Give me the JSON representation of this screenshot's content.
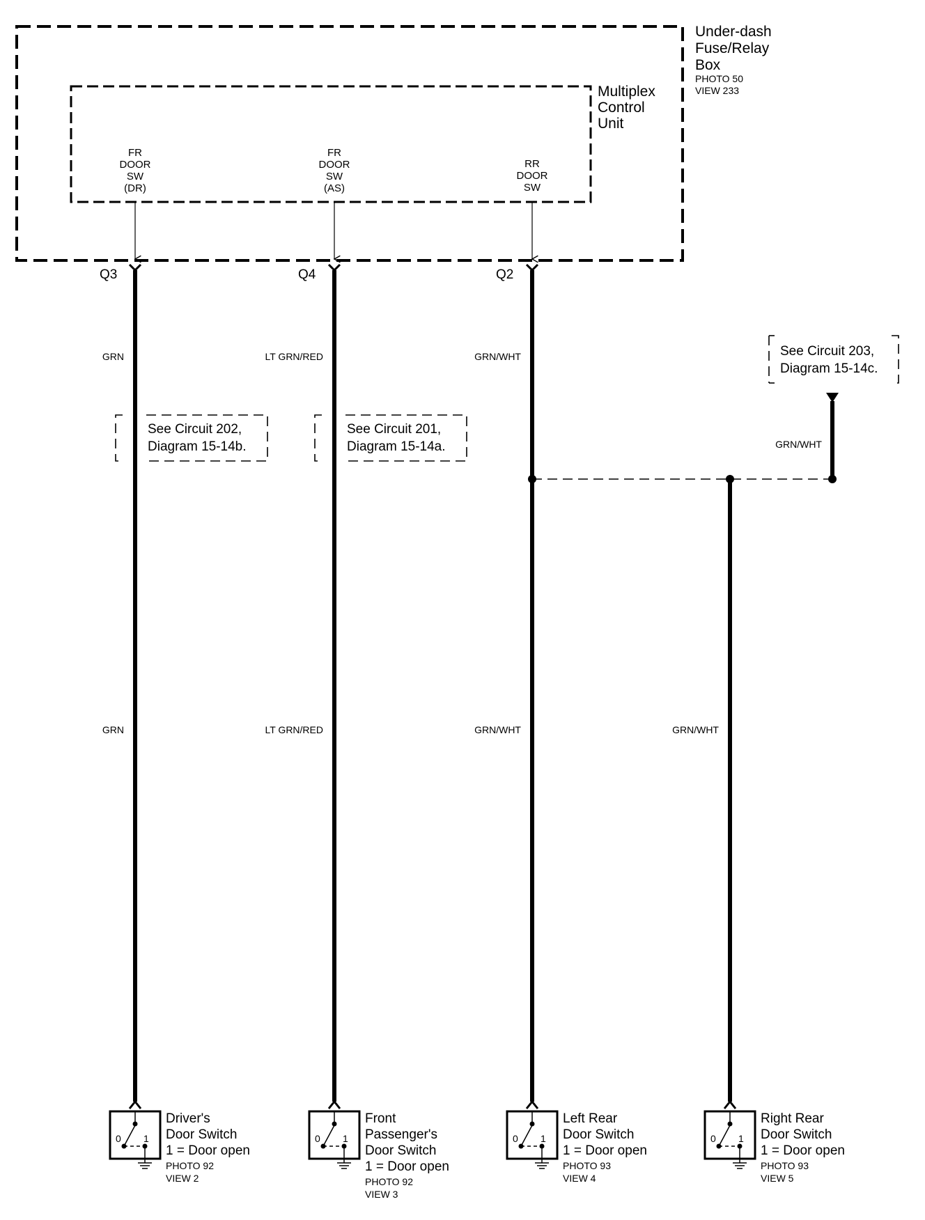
{
  "fuse_box": {
    "title_line1": "Under-dash",
    "title_line2": "Fuse/Relay",
    "title_line3": "Box",
    "photo": "PHOTO 50",
    "view": "VIEW 233"
  },
  "mcu": {
    "title_line1": "Multiplex",
    "title_line2": "Control",
    "title_line3": "Unit"
  },
  "pins": [
    {
      "l1": "FR",
      "l2": "DOOR",
      "l3": "SW",
      "l4": "(DR)",
      "connector": "Q3"
    },
    {
      "l1": "FR",
      "l2": "DOOR",
      "l3": "SW",
      "l4": "(AS)",
      "connector": "Q4"
    },
    {
      "l1": "RR",
      "l2": "DOOR",
      "l3": "SW",
      "l4": "",
      "connector": "Q2"
    }
  ],
  "wires": {
    "w1_top": "GRN",
    "w1_bottom": "GRN",
    "w2_top": "LT GRN/RED",
    "w2_bottom": "LT GRN/RED",
    "w3_top": "GRN/WHT",
    "w3_bottom": "GRN/WHT",
    "w4_bottom": "GRN/WHT",
    "w5": "GRN/WHT"
  },
  "refs": {
    "c202_l1": "See Circuit 202,",
    "c202_l2": "Diagram 15-14b.",
    "c201_l1": "See Circuit 201,",
    "c201_l2": "Diagram 15-14a.",
    "c203_l1": "See Circuit 203,",
    "c203_l2": "Diagram 15-14c."
  },
  "switches": [
    {
      "l1": "Driver's",
      "l2": "Door Switch",
      "l3": "1 =  Door open",
      "l4": "",
      "photo": "PHOTO 92",
      "view": "VIEW 2"
    },
    {
      "l1": "Front",
      "l2": "Passenger's",
      "l3": "Door Switch",
      "l4": "1 =  Door open",
      "photo": "PHOTO 92",
      "view": "VIEW 3"
    },
    {
      "l1": "Left Rear",
      "l2": "Door Switch",
      "l3": "1 =  Door open",
      "l4": "",
      "photo": "PHOTO 93",
      "view": "VIEW 4"
    },
    {
      "l1": "Right Rear",
      "l2": "Door Switch",
      "l3": "1 =  Door open",
      "l4": "",
      "photo": "PHOTO 93",
      "view": "VIEW 5"
    }
  ],
  "switch_pos": {
    "zero": "0",
    "one": "1"
  }
}
